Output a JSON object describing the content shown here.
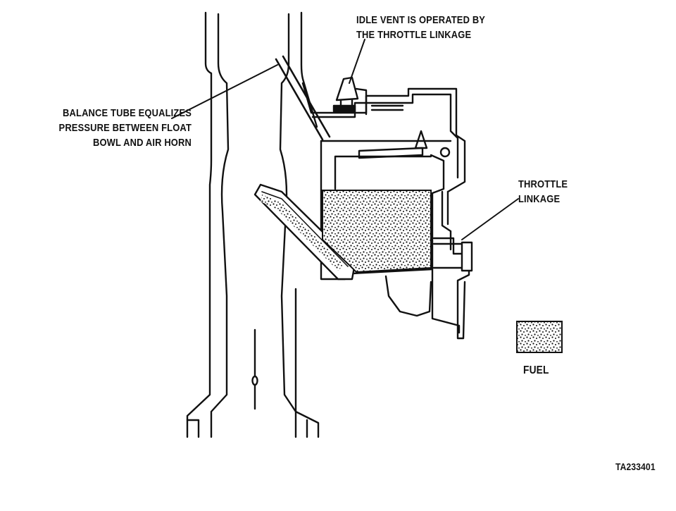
{
  "labels": {
    "balance_tube": [
      "BALANCE TUBE EQUALIZES",
      "PRESSURE BETWEEN FLOAT",
      "BOWL AND AIR HORN"
    ],
    "idle_vent": [
      "IDLE VENT IS OPERATED BY",
      "THE THROTTLE LINKAGE"
    ],
    "throttle_linkage": [
      "THROTTLE",
      "LINKAGE"
    ],
    "fuel_legend": "FUEL",
    "figure_number": "TA233401"
  }
}
